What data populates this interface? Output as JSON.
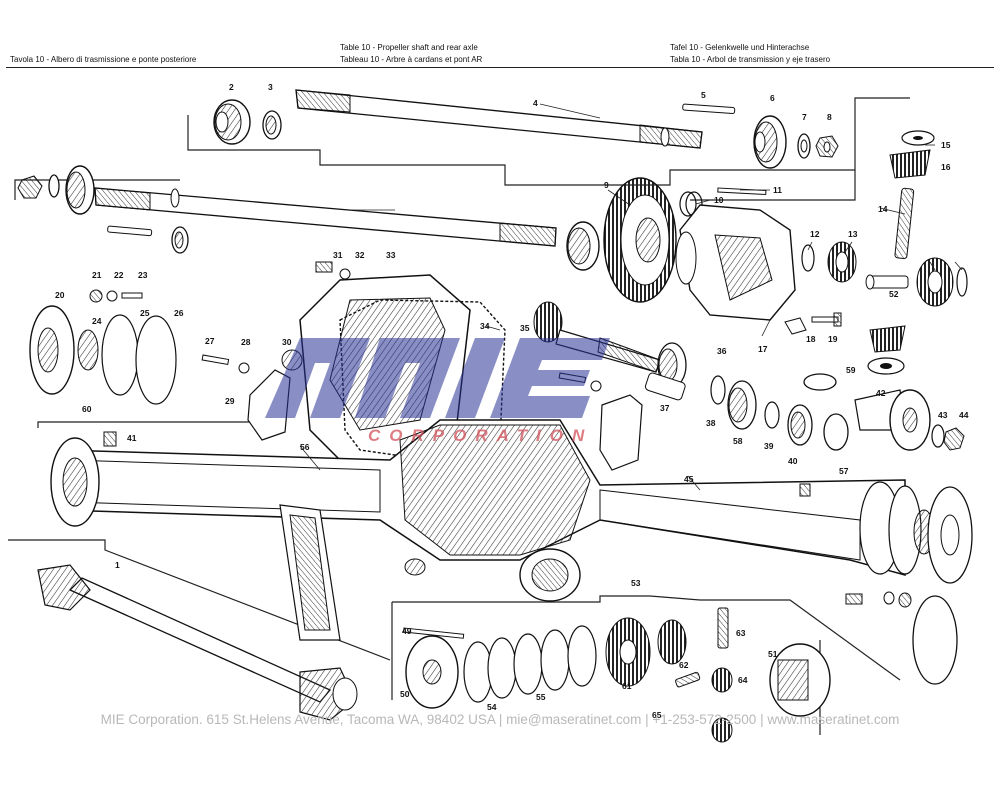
{
  "header": {
    "it": "Tavola    10  -  Albero di trasmissione e ponte posteriore",
    "en": "Table     10  -  Propeller shaft and rear axle",
    "fr": "Tableau  10  -  Arbre à cardans et pont AR",
    "de": "Tafel     10  -  Gelenkwelle und Hinterachse",
    "es": "Tabla     10  -  Arbol de transmission y eje trasero"
  },
  "watermark": {
    "logo": "mie",
    "tagline": "CORPORATION"
  },
  "footer": {
    "text": "MIE Corporation. 615 St.Helens Avenue, Tacoma WA, 98402 USA  |  mie@maseratinet.com  |  +1-253-572-2500  |  www.maseratinet.com"
  },
  "callouts": [
    "1",
    "2",
    "3",
    "4",
    "5",
    "6",
    "7",
    "8",
    "9",
    "10",
    "11",
    "12",
    "13",
    "14",
    "15",
    "16",
    "17",
    "18",
    "19",
    "20",
    "21",
    "22",
    "23",
    "24",
    "25",
    "26",
    "27",
    "28",
    "29",
    "30",
    "31",
    "32",
    "33",
    "34",
    "35",
    "36",
    "37",
    "38",
    "39",
    "40",
    "41",
    "42",
    "43",
    "44",
    "45",
    "49",
    "50",
    "51",
    "52",
    "53",
    "54",
    "55",
    "56",
    "57",
    "58",
    "59",
    "60",
    "61",
    "62",
    "63",
    "64",
    "65"
  ]
}
